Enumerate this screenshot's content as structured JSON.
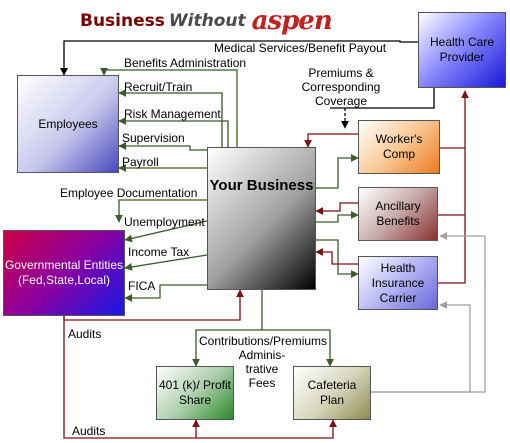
{
  "title": {
    "part1": "Business",
    "part2": "Without",
    "logo": "aspen"
  },
  "boxes": {
    "employees": "Employees",
    "your_business": "Your Business",
    "governmental": "Governmental Entities (Fed,State,Local)",
    "health_care_provider": "Health Care Provider",
    "workers_comp": "Worker's Comp",
    "ancillary_benefits": "Ancillary Benefits",
    "health_insurance_carrier": "Health Insurance Carrier",
    "k401": "401 (k)/ Profit Share",
    "cafeteria_plan": "Cafeteria Plan"
  },
  "labels": {
    "medical_services": "Medical Services/Benefit Payout",
    "benefits_admin": "Benefits Administration",
    "recruit_train": "Recruit/Train",
    "risk_management": "Risk Management",
    "supervision": "Supervision",
    "payroll": "Payroll",
    "employee_documentation": "Employee Documentation",
    "unemployment": "Unemployment",
    "income_tax": "Income Tax",
    "fica": "FICA",
    "audits_top": "Audits",
    "audits_bottom": "Audits",
    "premiums_coverage": "Premiums & Corresponding Coverage",
    "contributions_premiums": "Contributions/Premiums",
    "admin_fees": "Adminis- trative Fees"
  },
  "colors": {
    "line_green": "#3d5a2a",
    "line_red": "#7a1212",
    "line_black": "#000000",
    "line_gray": "#a0a0a0",
    "title_red": "#7a0000",
    "logo_red": "#c0201f"
  }
}
